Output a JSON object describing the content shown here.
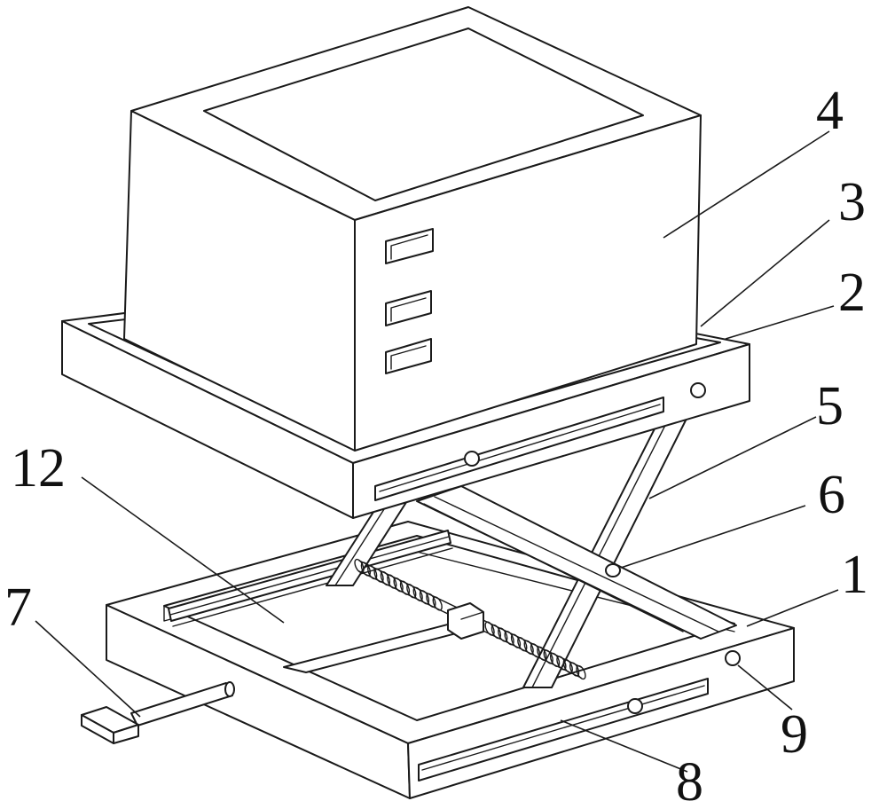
{
  "labels": {
    "l1": "1",
    "l2": "2",
    "l3": "3",
    "l4": "4",
    "l5": "5",
    "l6": "6",
    "l7": "7",
    "l8": "8",
    "l9": "9",
    "l12": "12"
  },
  "colors": {
    "line": "#1a1a1a",
    "background": "#ffffff"
  }
}
